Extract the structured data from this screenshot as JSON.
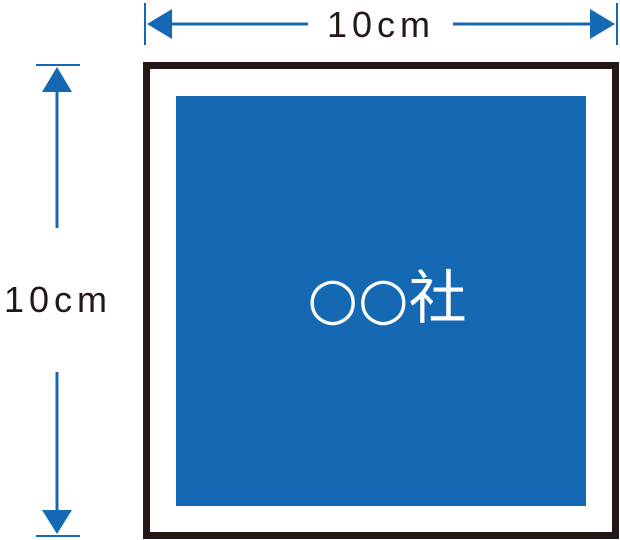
{
  "dimensions": {
    "width_label": "10cm",
    "height_label": "10cm"
  },
  "sign": {
    "text": "○○社"
  },
  "colors": {
    "accent": "#1569b3",
    "frame": "#231815",
    "text": "#231815"
  }
}
